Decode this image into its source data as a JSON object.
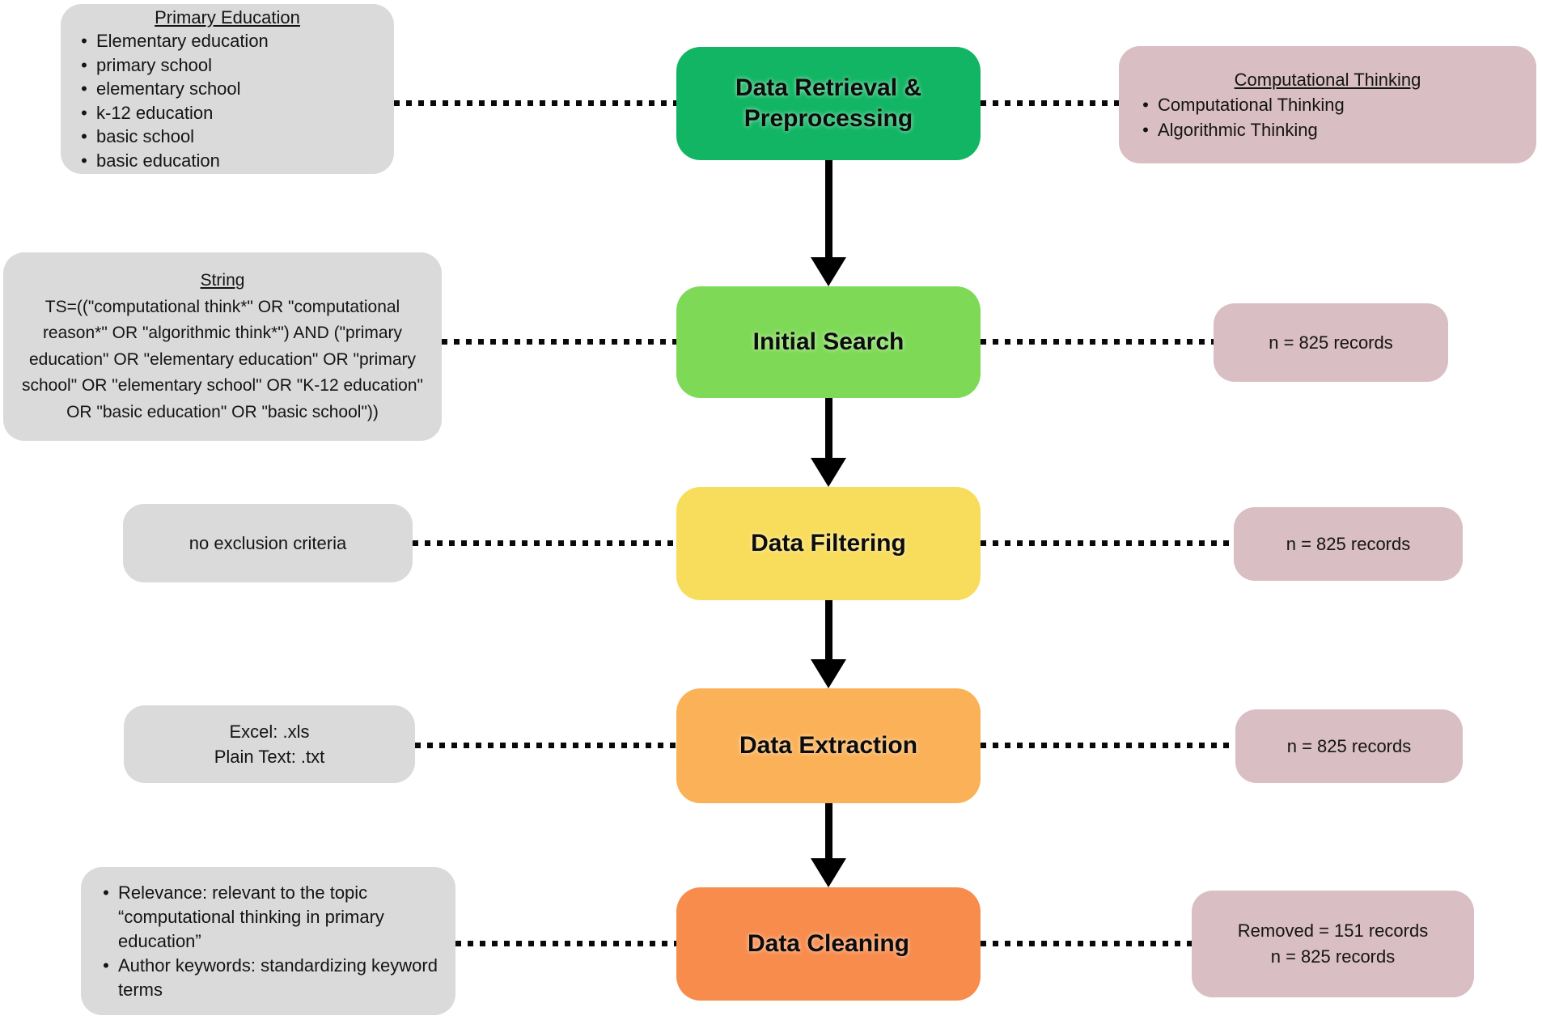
{
  "ui": {
    "bullet": "•"
  },
  "stages": [
    {
      "name": "Data Retrieval & Preprocessing",
      "color": "#11b563"
    },
    {
      "name": "Initial Search",
      "color": "#7ed957"
    },
    {
      "name": "Data Filtering",
      "color": "#f8dc5b"
    },
    {
      "name": "Data Extraction",
      "color": "#fab157"
    },
    {
      "name": "Data Cleaning",
      "color": "#f78c4d"
    }
  ],
  "left_notes": {
    "primary_education": {
      "title": "Primary Education",
      "bullets": [
        "Elementary education",
        "primary school",
        "elementary school",
        "k-12 education",
        "basic school",
        "basic education"
      ]
    },
    "search_string": {
      "title": "String",
      "text": "TS=((\"computational think*\" OR \"computational reason*\" OR \"algorithmic think*\") AND (\"primary education\" OR \"elementary education\" OR \"primary school\" OR \"elementary school\" OR \"K-12 education\" OR \"basic education\" OR \"basic school\"))"
    },
    "no_exclusion": {
      "text": "no exclusion criteria"
    },
    "file_formats": {
      "line1": "Excel: .xls",
      "line2": "Plain Text: .txt"
    },
    "cleaning_criteria": {
      "bullets": [
        "Relevance: relevant to the topic “computational thinking in primary education”",
        "Author keywords: standardizing keyword terms"
      ]
    }
  },
  "right_notes": {
    "computational_thinking": {
      "title": "Computational Thinking",
      "bullets": [
        "Computational Thinking",
        "Algorithmic Thinking"
      ]
    },
    "initial_search_count": {
      "text": "n = 825 records"
    },
    "data_filtering_count": {
      "text": "n = 825 records"
    },
    "data_extraction_count": {
      "text": "n = 825 records"
    },
    "data_cleaning_count": {
      "line1": "Removed = 151 records",
      "line2": "n = 825 records"
    }
  },
  "colors": {
    "note_gray": "#dadada",
    "note_pink": "#d9bec3",
    "connector": "#0a0a0a",
    "arrow": "#000000"
  }
}
